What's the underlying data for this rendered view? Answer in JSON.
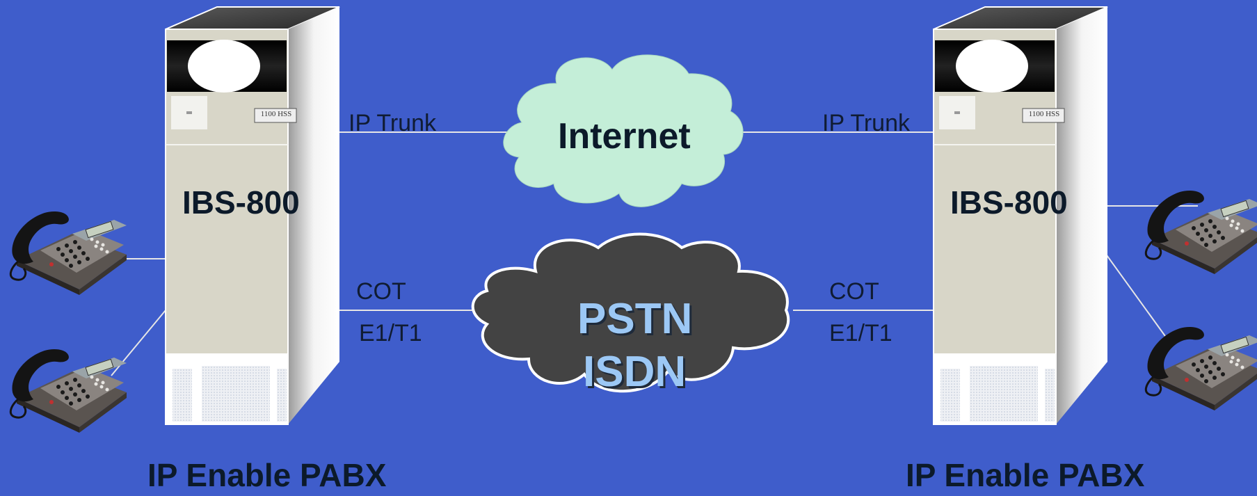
{
  "left_pabx": {
    "model": "IBS-800",
    "badge": "1100 HSS",
    "caption": "IP Enable PABX"
  },
  "right_pabx": {
    "model": "IBS-800",
    "badge": "1100 HSS",
    "caption": "IP Enable PABX"
  },
  "links": {
    "left_ip_trunk": "IP Trunk",
    "right_ip_trunk": "IP Trunk",
    "left_cot": "COT",
    "left_e1": "E1/T1",
    "right_cot": "COT",
    "right_e1": "E1/T1"
  },
  "clouds": {
    "internet": "Internet",
    "pstn_line1": "PSTN",
    "pstn_line2": "ISDN"
  },
  "colors": {
    "background": "#3f5dcb",
    "internet_cloud": "#c4eed8",
    "pstn_cloud": "#434343",
    "cabinet_body": "#d8d6c8"
  }
}
